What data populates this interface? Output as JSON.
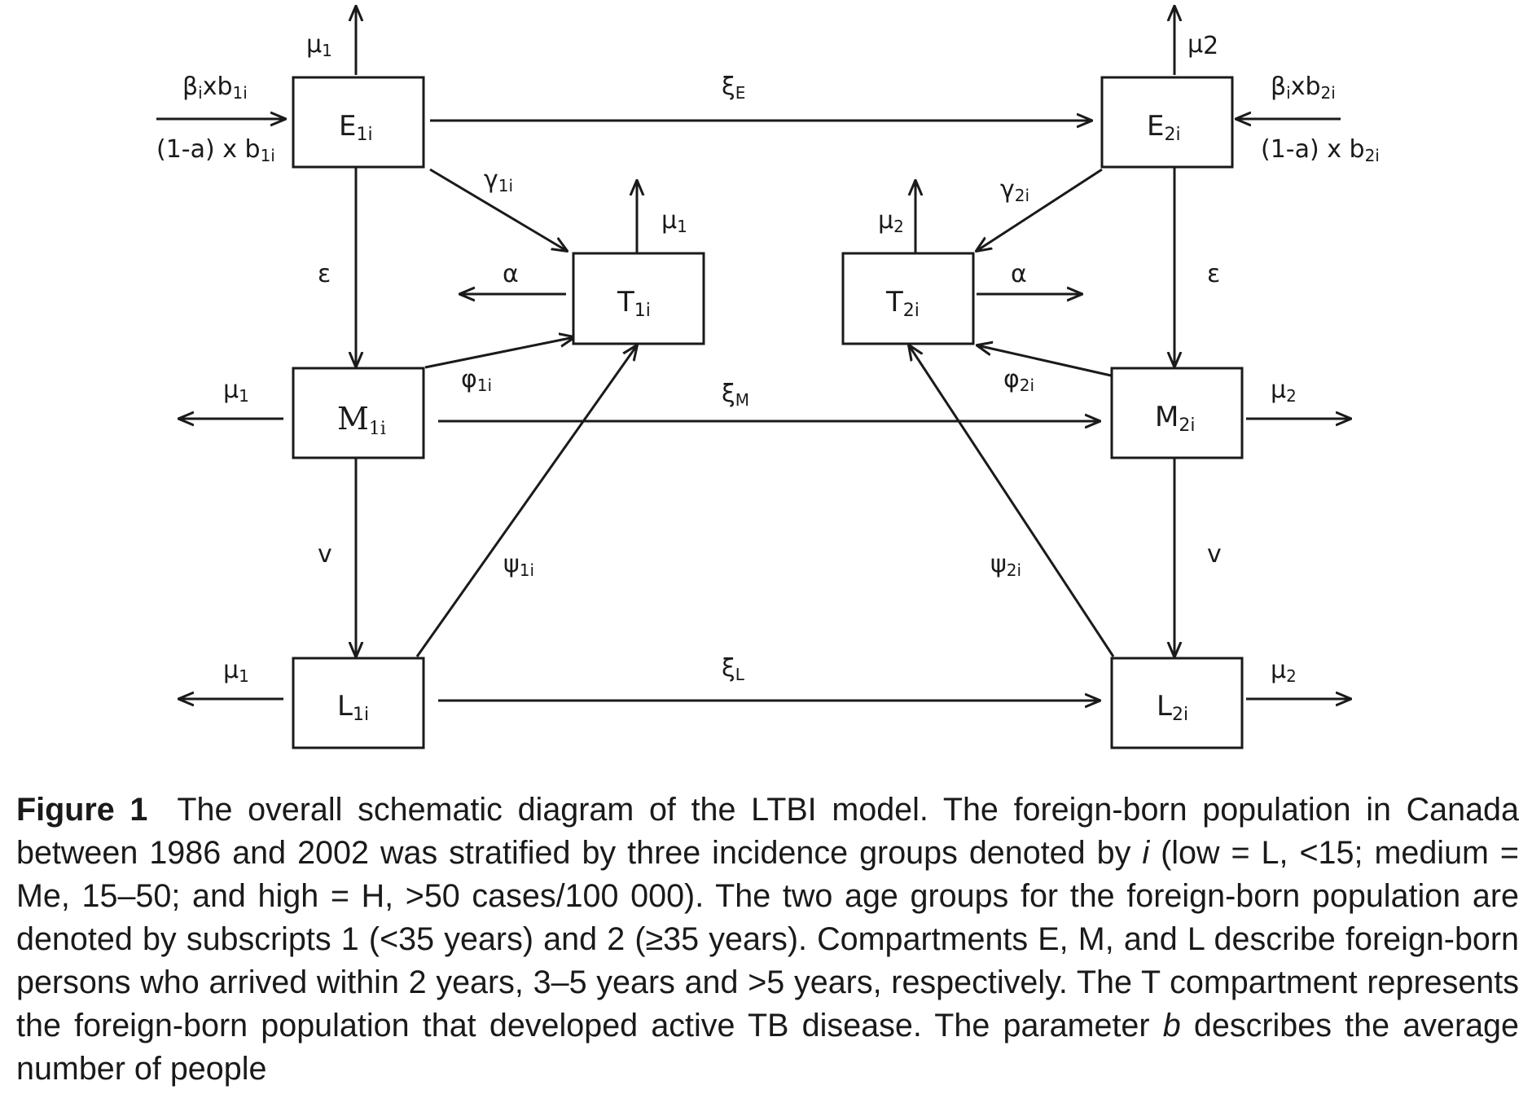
{
  "diagram": {
    "compartments": {
      "E1": {
        "main": "E",
        "sub": "1i"
      },
      "E2": {
        "main": "E",
        "sub": "2i"
      },
      "T1": {
        "main": "T",
        "sub": "1i"
      },
      "T2": {
        "main": "T",
        "sub": "2i"
      },
      "M1": {
        "main": "M",
        "sub": "1i"
      },
      "M2": {
        "main": "M",
        "sub": "2i"
      },
      "L1": {
        "main": "L",
        "sub": "1i"
      },
      "L2": {
        "main": "L",
        "sub": "2i"
      }
    },
    "rates": {
      "mu1_E1": {
        "main": "μ",
        "sub": "1"
      },
      "mu2_E2": {
        "main": "μ",
        "sub": "2"
      },
      "mu1_T1": {
        "main": "μ",
        "sub": "1"
      },
      "mu2_T2": {
        "main": "μ",
        "sub": "2"
      },
      "mu1_M1": {
        "main": "μ",
        "sub": "1"
      },
      "mu2_M2": {
        "main": "μ",
        "sub": "2"
      },
      "mu1_L1": {
        "main": "μ",
        "sub": "1"
      },
      "mu2_L2": {
        "main": "μ",
        "sub": "2"
      },
      "inflow1_top": {
        "a": "β",
        "a_sub": "i",
        "b": "xb",
        "b_sub": "1i"
      },
      "inflow1_bottom": {
        "a": "(1-a) x b",
        "a_sub": "1i"
      },
      "inflow2_top": {
        "a": "β",
        "a_sub": "i",
        "b": "xb",
        "b_sub": "2i"
      },
      "inflow2_bottom": {
        "a": "(1-a) x b",
        "a_sub": "2i"
      },
      "xi_E": {
        "main": "ξ",
        "sub": "E"
      },
      "xi_M": {
        "main": "ξ",
        "sub": "M"
      },
      "xi_L": {
        "main": "ξ",
        "sub": "L"
      },
      "gamma1": {
        "main": "γ",
        "sub": "1i"
      },
      "gamma2": {
        "main": "γ",
        "sub": "2i"
      },
      "alpha1": "α",
      "alpha2": "α",
      "epsilon1": "ε",
      "epsilon2": "ε",
      "phi1": {
        "main": "φ",
        "sub": "1i"
      },
      "phi2": {
        "main": "φ",
        "sub": "2i"
      },
      "nu1": "v",
      "nu2": "v",
      "psi1": {
        "main": "ψ",
        "sub": "1i"
      },
      "psi2": {
        "main": "ψ",
        "sub": "2i"
      }
    }
  },
  "caption": {
    "label": "Figure 1",
    "t1": "The overall schematic diagram of the LTBI model. The foreign-born population in Canada between 1986 and 2002 was stratified by three incidence groups denoted by ",
    "i1": "i",
    "t2": " (low = L, <15; medium = Me, 15–50; and high = H, >50 cases/100 000). The two age groups for the foreign-born population are denoted by subscripts 1 (<35 years) and 2 (≥35 years). Compartments E, M, and L describe foreign-born persons who arrived within 2 years, 3–5 years and >5 years, respectively. The T compartment represents the foreign-born population that developed active TB disease. The parameter ",
    "i2": "b",
    "t3": " describes the average number of people"
  }
}
